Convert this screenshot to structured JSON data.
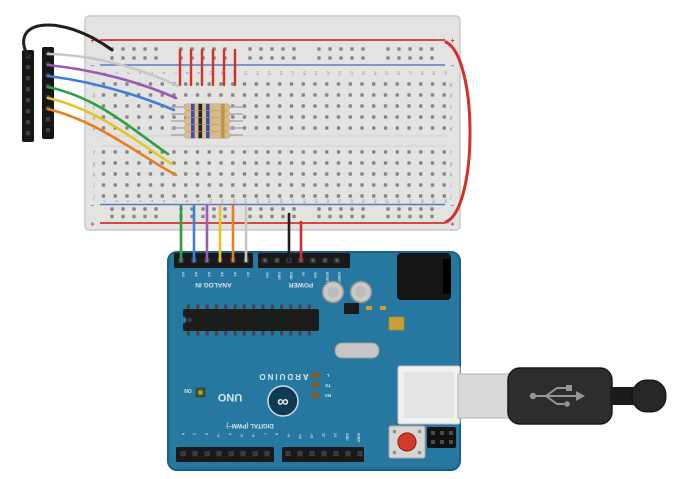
{
  "scene": {
    "description": "Breadboard circuit with five resistors, red power jumpers and colored jumper wires from two 8-pin headers, wired to the analog inputs and power pins of an Arduino Uno with a USB cable attached",
    "background_color": "#ffffff"
  },
  "breadboard": {
    "body_color": "#e3e3e1",
    "hole_color": "#868686",
    "plus_rail_color": "#d0352b",
    "minus_rail_color": "#5b79c4",
    "rail_plus_symbol": "+",
    "rail_minus_symbol": "–",
    "rows_top": [
      "a",
      "b",
      "c",
      "d",
      "e"
    ],
    "rows_bottom": [
      "f",
      "g",
      "h",
      "i",
      "j"
    ],
    "column_numbers": [
      "1",
      "2",
      "3",
      "4",
      "5",
      "6",
      "7",
      "8",
      "9",
      "10",
      "11",
      "12",
      "13",
      "14",
      "15",
      "16",
      "17",
      "18",
      "19",
      "20",
      "21",
      "22",
      "23",
      "24",
      "25",
      "26",
      "27",
      "28",
      "29",
      "30"
    ]
  },
  "pin_headers_left": {
    "strip_count": 2,
    "pins_per_strip": 8,
    "body_color": "#161616"
  },
  "resistors": {
    "count": 5,
    "body_color": "#d8bb8d",
    "band_colors": [
      "#3b4db0",
      "#222222",
      "#3b4db0",
      "#bd9440"
    ],
    "lead_color": "#a9a9a9"
  },
  "wires": {
    "black_rail_wire": {
      "color": "#1f1f1f"
    },
    "red_rail_link": {
      "color": "#d2312a"
    },
    "red_jumpers": {
      "count": 6,
      "color": "#d2312a"
    },
    "header_wires": [
      {
        "name": "gray",
        "color": "#c7c7c7"
      },
      {
        "name": "purple",
        "color": "#9b59b6"
      },
      {
        "name": "blue",
        "color": "#3f7fd4"
      },
      {
        "name": "green",
        "color": "#2f9e44"
      },
      {
        "name": "yellow",
        "color": "#e6c229"
      },
      {
        "name": "orange",
        "color": "#e67e22"
      }
    ],
    "signal_wires": [
      {
        "color": "#2f9e44",
        "to_pin": "A5"
      },
      {
        "color": "#3f7fd4",
        "to_pin": "A4"
      },
      {
        "color": "#9b59b6",
        "to_pin": "A3"
      },
      {
        "color": "#e6c229",
        "to_pin": "A2"
      },
      {
        "color": "#e67e22",
        "to_pin": "A1"
      },
      {
        "color": "#c7c7c7",
        "to_pin": "A0"
      }
    ],
    "power_wires": [
      {
        "color": "#1f1f1f",
        "to_pin": "GND"
      },
      {
        "color": "#d2312a",
        "to_pin": "5V"
      }
    ]
  },
  "arduino": {
    "board_color": "#2678a0",
    "labels": {
      "analog": "ANALOG IN",
      "power": "POWER",
      "digital": "DIGITAL (PWM~)",
      "brand": "ARDUINO",
      "model": "UNO",
      "infinity": "∞",
      "on": "ON",
      "led_l": "L",
      "led_tx": "TX",
      "led_rx": "RX"
    },
    "analog_pins": [
      "A5",
      "A4",
      "A3",
      "A2",
      "A1",
      "A0"
    ],
    "power_pins": [
      "VIN",
      "GND",
      "GND",
      "5V",
      "3V3",
      "RESET",
      "IOREF"
    ],
    "digital_pins": [
      "0",
      "1",
      "2",
      "~3",
      "4",
      "~5",
      "~6",
      "7",
      "8",
      "~9",
      "~10",
      "~11",
      "12",
      "13",
      "GND",
      "AREF"
    ]
  },
  "usb_cable": {
    "plug_color": "#2d2d2d",
    "icon": "usb-trident-icon"
  }
}
